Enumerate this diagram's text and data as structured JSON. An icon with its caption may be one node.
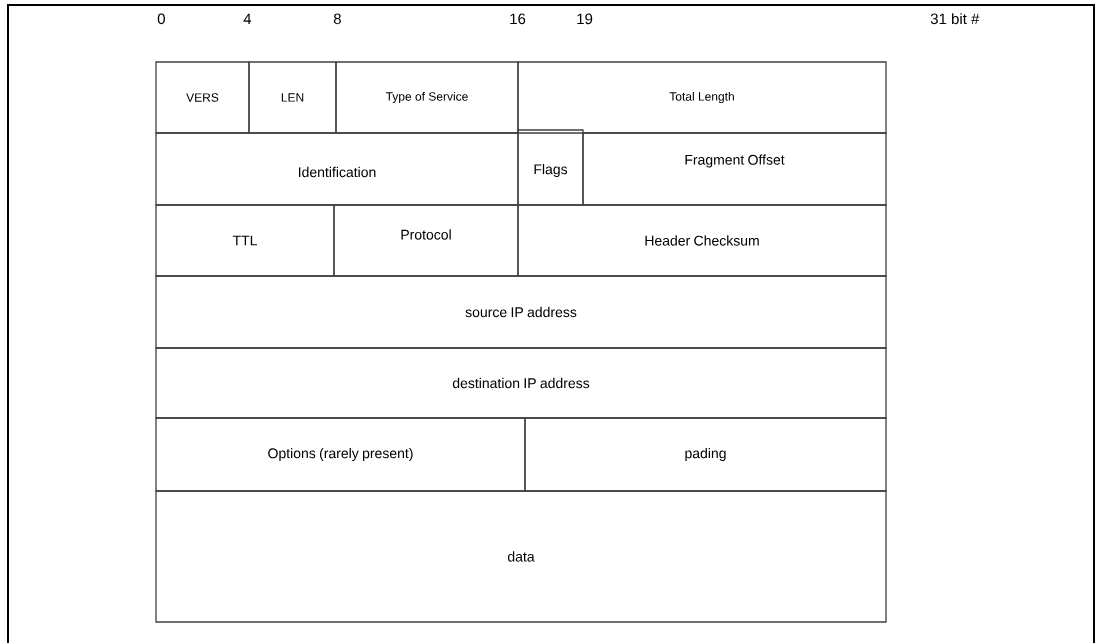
{
  "diagram": {
    "nodes": [
      {
        "text": [
          "VERS"
        ]
      },
      {
        "text": [
          "LEN"
        ]
      },
      {
        "text": [
          "Type of Service"
        ]
      },
      {
        "text": [
          "Total Length"
        ]
      },
      {
        "text": [
          "Identification"
        ]
      },
      {
        "text": [
          "Flags"
        ]
      },
      {
        "text": [
          "Fragment Offset"
        ]
      },
      {
        "text": [
          "TTL"
        ]
      },
      {
        "text": [
          "Protocol"
        ]
      },
      {
        "text": [
          "Header Checksum"
        ]
      },
      {
        "text": [
          "source IP address"
        ]
      },
      {
        "text": [
          "destination IP address"
        ]
      },
      {
        "text": [
          "Options (rarely present)"
        ]
      },
      {
        "text": [
          "pading"
        ]
      },
      {
        "text": [
          "data"
        ]
      }
    ],
    "labels": [
      "0",
      "4",
      "8",
      "16",
      "19",
      "31 bit #"
    ]
  }
}
